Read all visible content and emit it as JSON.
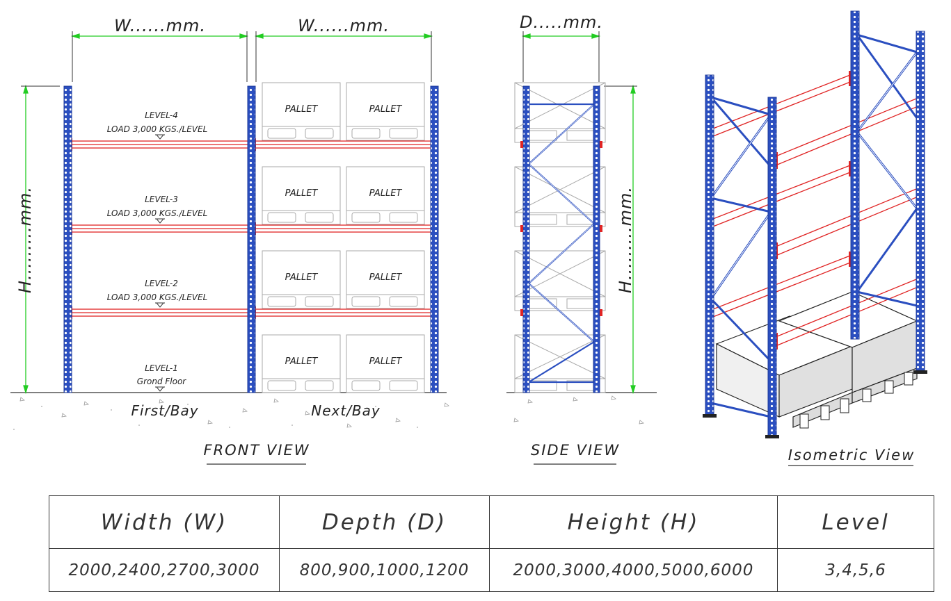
{
  "front_view": {
    "width_labels": [
      "W......mm.",
      "W......mm."
    ],
    "height_label": "H.........mm.",
    "levels": [
      {
        "name": "LEVEL-4",
        "note": "LOAD 3,000 KGS./LEVEL"
      },
      {
        "name": "LEVEL-3",
        "note": "LOAD 3,000 KGS./LEVEL"
      },
      {
        "name": "LEVEL-2",
        "note": "LOAD 3,000 KGS./LEVEL"
      },
      {
        "name": "LEVEL-1",
        "note": "Grond Floor"
      }
    ],
    "pallet_label": "PALLET",
    "bay_labels": [
      "First/Bay",
      "Next/Bay"
    ],
    "caption": "FRONT VIEW"
  },
  "side_view": {
    "depth_label": "D.....mm.",
    "height_label": "H.........mm.",
    "caption": "SIDE VIEW"
  },
  "isometric_view": {
    "caption": "Isometric View"
  },
  "colors": {
    "upright": "#2b4fc0",
    "beam": "#e02424",
    "dimension": "#22cc22",
    "outline": "#888888"
  },
  "spec_table": {
    "headers": [
      "Width (W)",
      "Depth (D)",
      "Height (H)",
      "Level"
    ],
    "values": [
      "2000,2400,2700,3000",
      "800,900,1000,1200",
      "2000,3000,4000,5000,6000",
      "3,4,5,6"
    ]
  }
}
